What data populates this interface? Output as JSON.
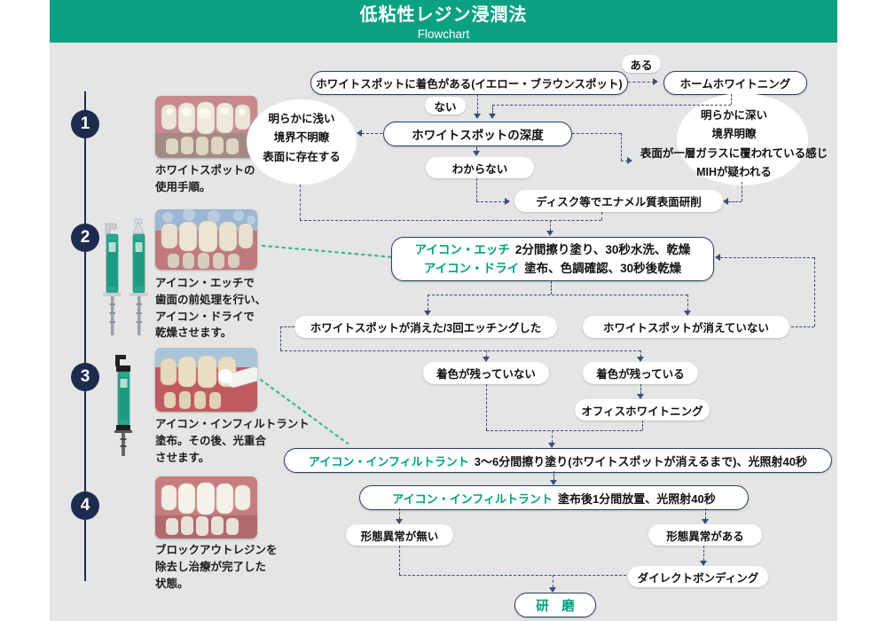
{
  "header": {
    "title": "低粘性レジン浸潤法",
    "subtitle": "Flowchart"
  },
  "colors": {
    "header_green": "#0aa183",
    "accent_teal": "#00a07e",
    "navy": "#1d2b4e",
    "dash_navy": "#3c4c7a",
    "background": "#e4e5e4"
  },
  "steps": [
    {
      "num": "1",
      "caption": "ホワイトスポットの\n使用手順。"
    },
    {
      "num": "2",
      "caption": "アイコン・エッチで\n歯面の前処理を行い、\nアイコン・ドライで\n乾燥させます。"
    },
    {
      "num": "3",
      "caption": "アイコン・インフィルトラント\n塗布。その後、光重合\nさせます。"
    },
    {
      "num": "4",
      "caption": "ブロックアウトレジンを\n除去し治療が完了した\n状態。"
    }
  ],
  "nodes": {
    "start": "ホワイトスポットに着色がある(イエロー・ブラウンスポット)",
    "label_aru": "ある",
    "home_whitening": "ホームホワイトニング",
    "label_nai": "ない",
    "depth": "ホワイトスポットの深度",
    "shallow": "明らかに浅い\n境界不明瞭\n表面に存在する",
    "deep": "明らかに深い\n境界明瞭\n表面が一層ガラスに覆われている感じ\nMIHが疑われる",
    "unknown": "わからない",
    "grind": "ディスク等でエナメル質表面研削",
    "etch": {
      "product1": "アイコン・エッチ",
      "text1": "2分間擦り塗り、30秒水洗、乾燥",
      "product2": "アイコン・ドライ",
      "text2": "塗布、色調確認、30秒後乾燥"
    },
    "spot_gone": "ホワイトスポットが消えた/3回エッチングした",
    "spot_not_gone": "ホワイトスポットが消えていない",
    "stain_none": "着色が残っていない",
    "stain_remains": "着色が残っている",
    "office_whitening": "オフィスホワイトニング",
    "infiltrant_apply": {
      "product": "アイコン・インフィルトラント",
      "text": "3〜6分間擦り塗り(ホワイトスポットが消えるまで)、光照射40秒"
    },
    "infiltrant_wait": {
      "product": "アイコン・インフィルトラント",
      "text": "塗布後1分間放置、光照射40秒"
    },
    "shape_ok": "形態異常が無い",
    "shape_ng": "形態異常がある",
    "direct_bonding": "ダイレクトボンディング",
    "polish": "研　磨"
  }
}
